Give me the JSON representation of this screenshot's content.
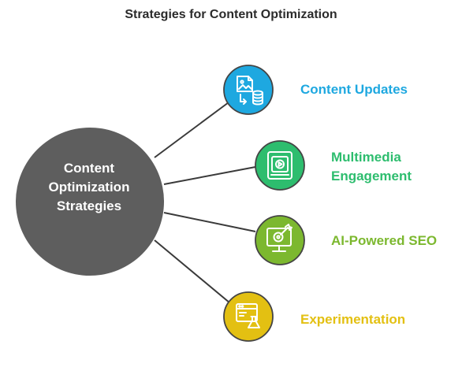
{
  "title": "Strategies for Content Optimization",
  "center": {
    "line1": "Content",
    "line2": "Optimization",
    "line3": "Strategies",
    "color": "#5e5e5e"
  },
  "nodes": [
    {
      "label": "Content Updates",
      "color": "#1ea8e0",
      "icon": "image-database-icon"
    },
    {
      "label_line1": "Multimedia",
      "label_line2": "Engagement",
      "color": "#2dbd6e",
      "icon": "video-player-icon"
    },
    {
      "label": "AI-Powered SEO",
      "color": "#7cb82f",
      "icon": "monitor-target-icon"
    },
    {
      "label": "Experimentation",
      "color": "#e3c012",
      "icon": "browser-flask-icon"
    }
  ]
}
